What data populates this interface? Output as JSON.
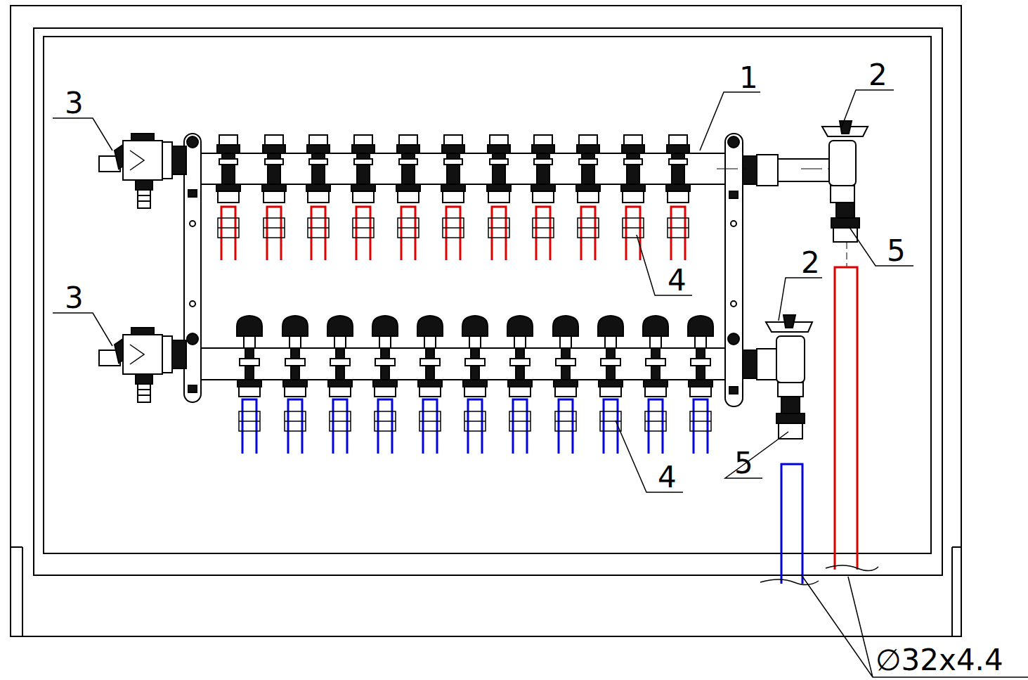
{
  "diagram": {
    "labels": [
      "1",
      "2",
      "3",
      "5",
      "4",
      "2",
      "3",
      "5",
      "4",
      "∅32x4.4"
    ]
  }
}
